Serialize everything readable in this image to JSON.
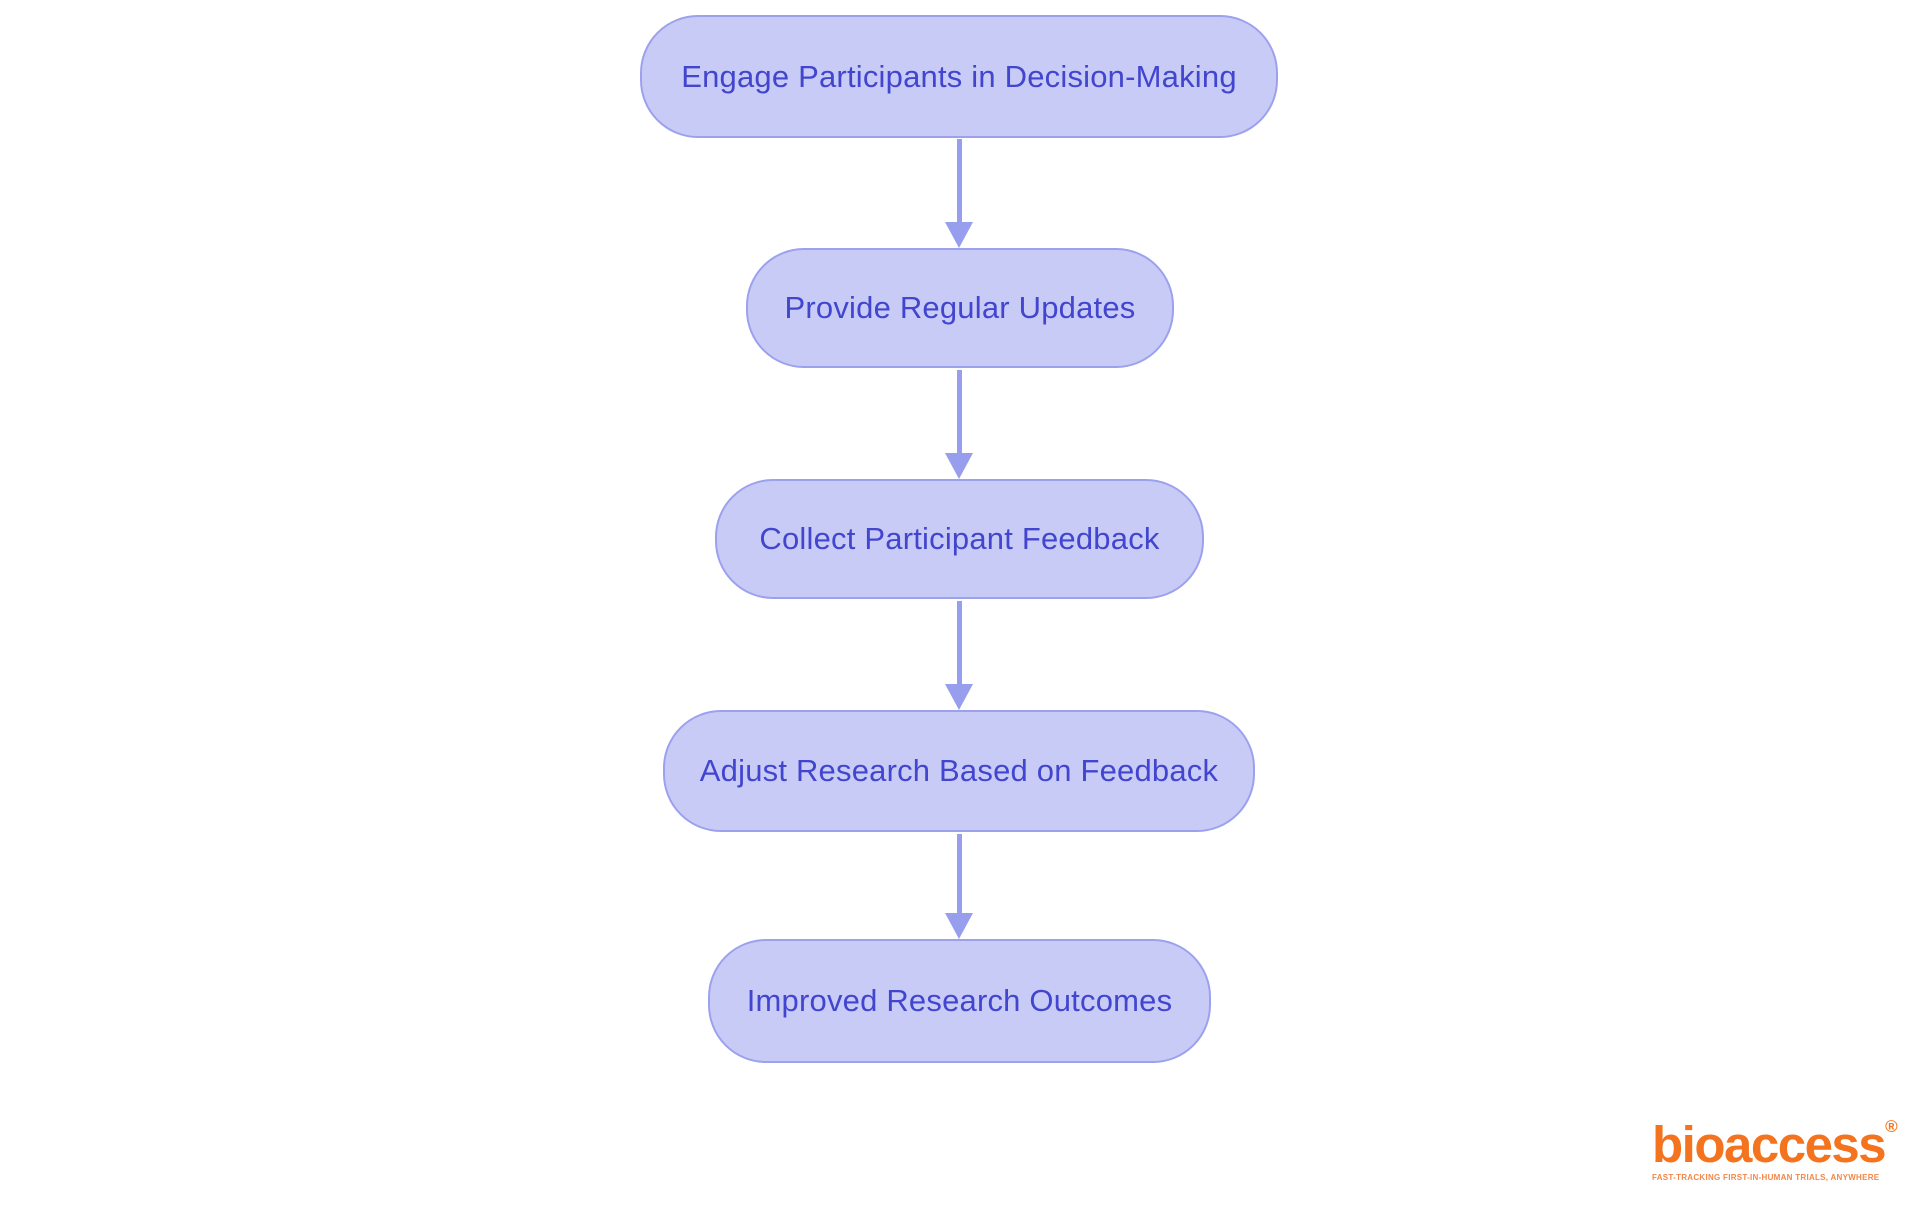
{
  "colors": {
    "node_fill": "#c9cbf7",
    "node_border": "#9ca1ee",
    "node_text": "#4245ce",
    "arrow": "#989eee",
    "logo_orange": "#f4731e",
    "logo_tagline": "#f28749",
    "background": "#ffffff"
  },
  "flowchart": {
    "type": "vertical-flow",
    "nodes": [
      {
        "id": "engage",
        "label": "Engage Participants in Decision-Making"
      },
      {
        "id": "updates",
        "label": "Provide Regular Updates"
      },
      {
        "id": "collect",
        "label": "Collect Participant Feedback"
      },
      {
        "id": "adjust",
        "label": "Adjust Research Based on Feedback"
      },
      {
        "id": "outcomes",
        "label": "Improved Research Outcomes"
      }
    ],
    "edges": [
      {
        "from": "engage",
        "to": "updates"
      },
      {
        "from": "updates",
        "to": "collect"
      },
      {
        "from": "collect",
        "to": "adjust"
      },
      {
        "from": "adjust",
        "to": "outcomes"
      }
    ]
  },
  "logo": {
    "brand": "bioaccess",
    "registered_mark": "®",
    "tagline": "FAST-TRACKING FIRST-IN-HUMAN TRIALS, ANYWHERE"
  }
}
